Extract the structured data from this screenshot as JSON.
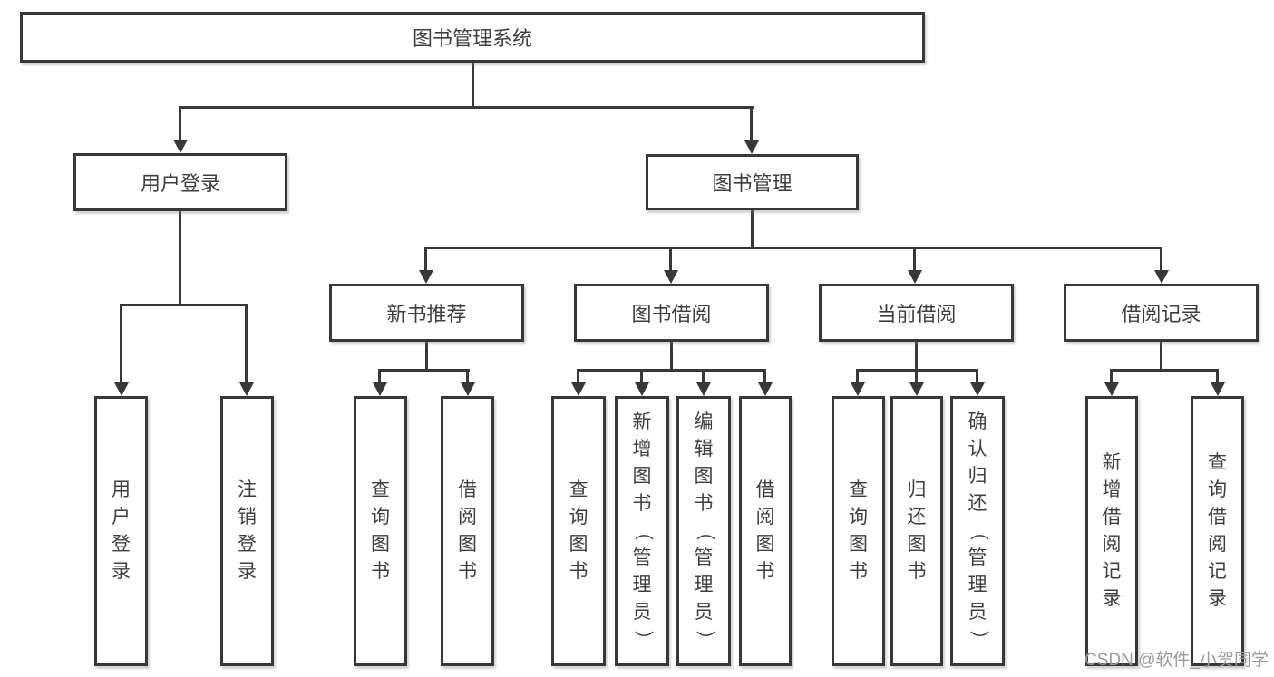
{
  "tree": {
    "title": "图书管理系统",
    "children": [
      {
        "label": "用户登录",
        "children": [
          {
            "label": "用户登录"
          },
          {
            "label": "注销登录"
          }
        ]
      },
      {
        "label": "图书管理",
        "children": [
          {
            "label": "新书推荐",
            "children": [
              {
                "label": "查询图书"
              },
              {
                "label": "借阅图书"
              }
            ]
          },
          {
            "label": "图书借阅",
            "children": [
              {
                "label": "查询图书"
              },
              {
                "label": "新增图书（管理员）"
              },
              {
                "label": "编辑图书（管理员）"
              },
              {
                "label": "借阅图书"
              }
            ]
          },
          {
            "label": "当前借阅",
            "children": [
              {
                "label": "查询图书"
              },
              {
                "label": "归还图书"
              },
              {
                "label": "确认归还（管理员）"
              }
            ]
          },
          {
            "label": "借阅记录",
            "children": [
              {
                "label": "新增借阅记录"
              },
              {
                "label": "查询借阅记录"
              }
            ]
          }
        ]
      }
    ]
  },
  "watermark": "CSDN @软件_小贺同学",
  "colors": {
    "line": "#383838",
    "text": "#3f3f3f",
    "watermark": "#9b9b9b",
    "background": "#ffffff"
  }
}
